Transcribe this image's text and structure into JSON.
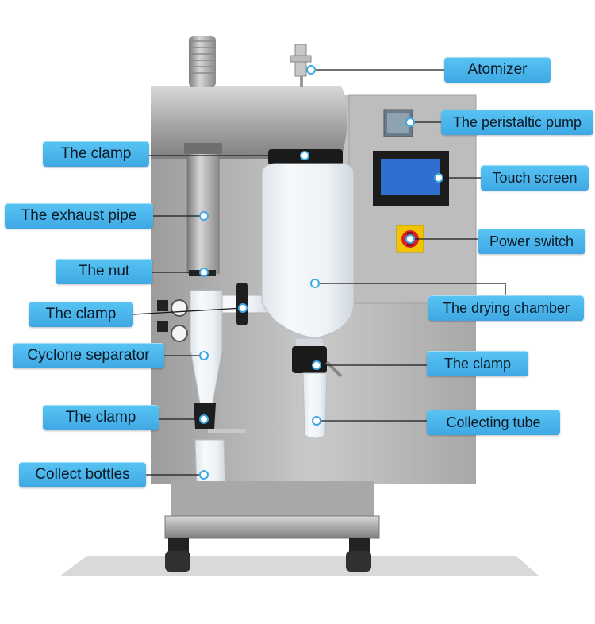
{
  "labels": {
    "atomizer": "Atomizer",
    "peristaltic_pump": "The peristaltic pump",
    "clamp_top": "The clamp",
    "touch_screen": "Touch screen",
    "exhaust_pipe": "The exhaust pipe",
    "power_switch": "Power switch",
    "nut": "The nut",
    "drying_chamber": "The drying chamber",
    "clamp_left": "The clamp",
    "cyclone_separator": "Cyclone separator",
    "clamp_right": "The clamp",
    "clamp_lower": "The clamp",
    "collecting_tube": "Collecting tube",
    "collect_bottles": "Collect bottles"
  },
  "colors": {
    "label_fill": "#4db8ef",
    "leader_line": "#1a1a1a",
    "body_metal": "#b8b8b8",
    "glass": "#eef2f5",
    "switch_yellow": "#f2c400",
    "switch_red": "#d81f26",
    "screen_blue": "#2f6fcf"
  }
}
